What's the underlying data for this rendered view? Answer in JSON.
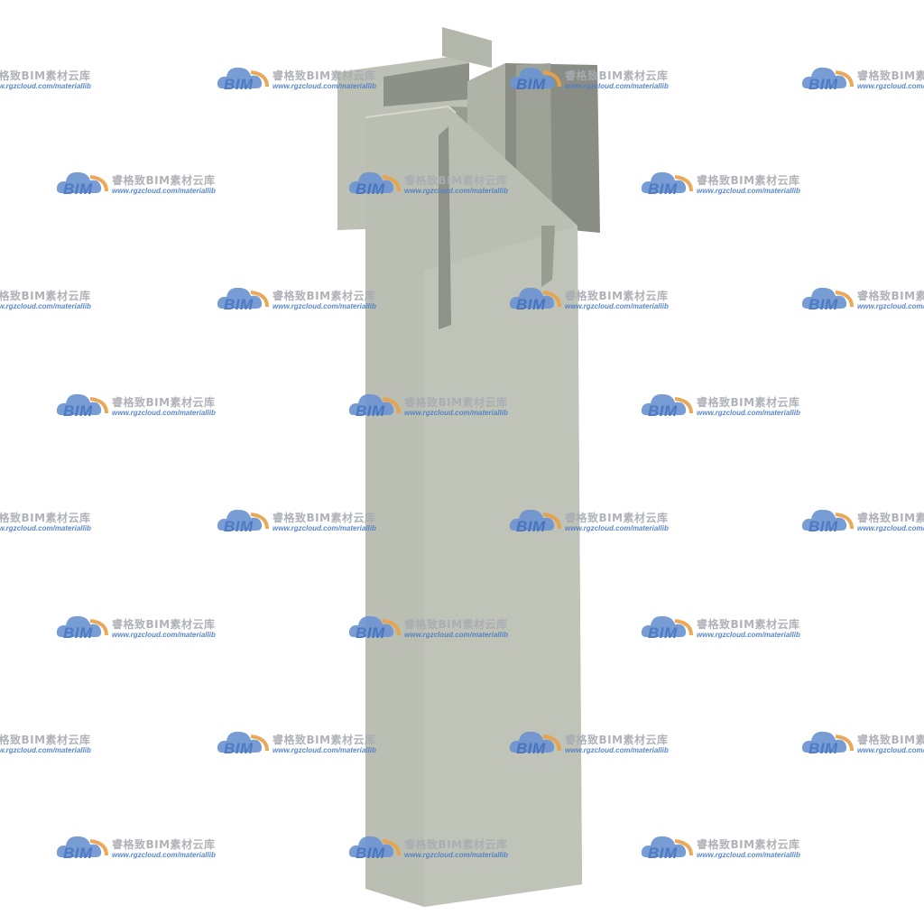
{
  "watermark": {
    "logo_text": "BIM",
    "brand_cn": "睿格致BIM素材云库",
    "url": "www.rgzcloud.com/materiallib",
    "colors": {
      "cloud": "#6d94d1",
      "arc": "#e9a24a",
      "cn_text": "#a9acb3",
      "url_text": "#4f7ec6"
    }
  },
  "model": {
    "subject": "precast concrete column with steel cross-shaped head",
    "colors": {
      "concrete_front": "#b9bcb0",
      "concrete_side": "#a6a99d",
      "steel_light": "#bdc0b4",
      "steel_dark": "#7f8278"
    }
  }
}
